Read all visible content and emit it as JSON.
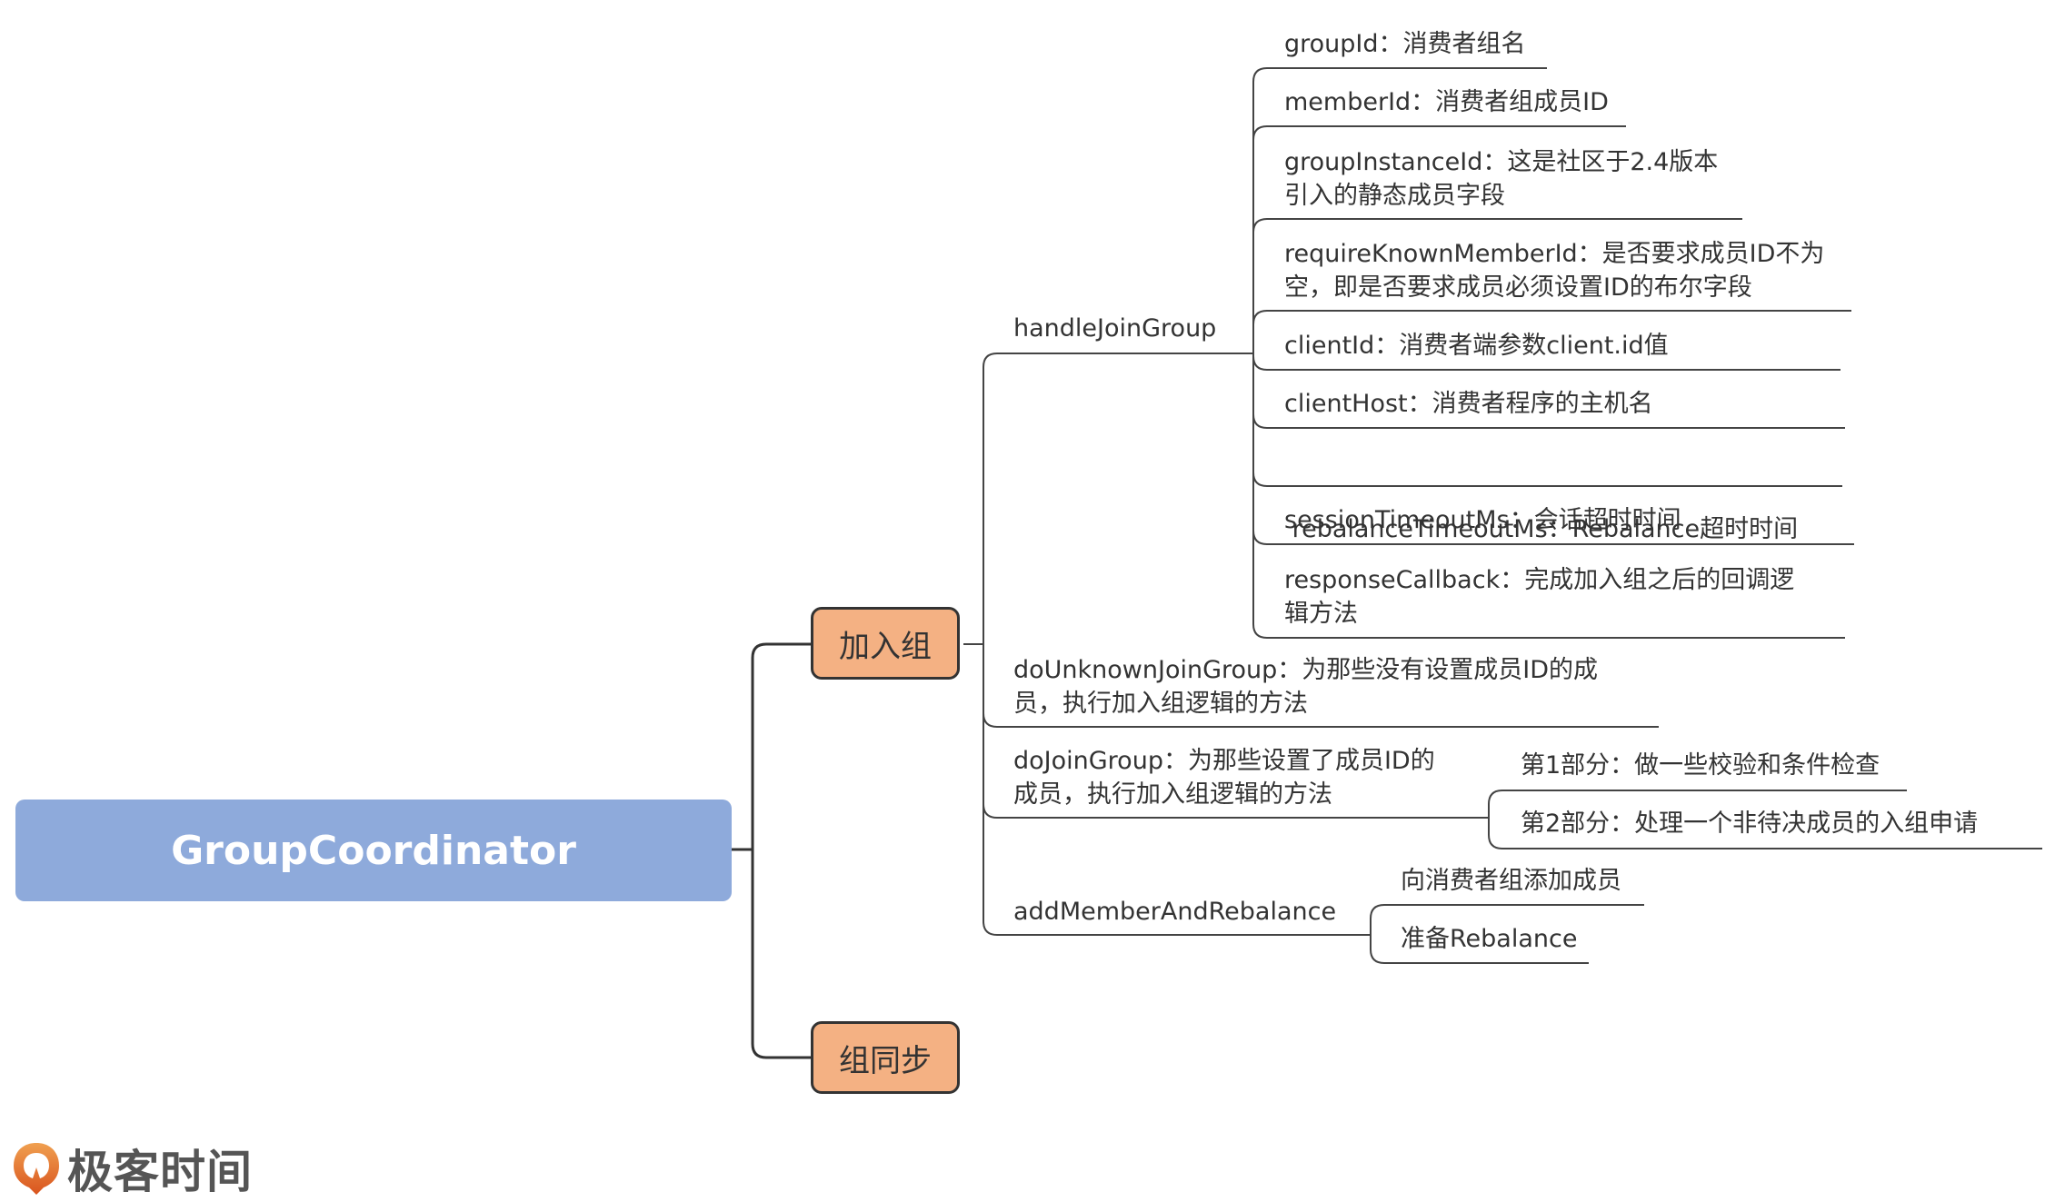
{
  "root": {
    "label": "GroupCoordinator"
  },
  "branches": [
    {
      "label": "加入组"
    },
    {
      "label": "组同步"
    }
  ],
  "join": {
    "handleJoinGroup": {
      "label": "handleJoinGroup",
      "params": [
        {
          "lines": [
            "groupId：消费者组名"
          ]
        },
        {
          "lines": [
            "memberId：消费者组成员ID"
          ]
        },
        {
          "lines": [
            "groupInstanceId：这是社区于2.4版本",
            "引入的静态成员字段"
          ]
        },
        {
          "lines": [
            "requireKnownMemberId：是否要求成员ID不为",
            "空，即是否要求成员必须设置ID的布尔字段"
          ]
        },
        {
          "lines": [
            "clientId：消费者端参数client.id值"
          ]
        },
        {
          "lines": [
            "clientHost：消费者程序的主机名"
          ]
        },
        {
          "lines": [
            " rebalanceTimeoutMs：Rebalance超时时间"
          ]
        },
        {
          "lines": [
            "sessionTimeoutMs：会话超时时间"
          ]
        },
        {
          "lines": [
            "responseCallback：完成加入组之后的回调逻",
            "辑方法"
          ]
        }
      ]
    },
    "doUnknownJoinGroup": {
      "lines": [
        "doUnknownJoinGroup：为那些没有设置成员ID的成",
        "员，执行加入组逻辑的方法"
      ]
    },
    "doJoinGroup": {
      "lines": [
        "doJoinGroup：为那些设置了成员ID的",
        "成员，执行加入组逻辑的方法"
      ],
      "parts": [
        "第1部分：做一些校验和条件检查",
        "第2部分：处理一个非待决成员的入组申请"
      ]
    },
    "addMemberAndRebalance": {
      "label": "addMemberAndRebalance",
      "steps": [
        "向消费者组添加成员",
        "准备Rebalance"
      ]
    }
  },
  "logo": {
    "text": "极客时间"
  },
  "colors": {
    "root": "#8eaadb",
    "branch": "#f4b183",
    "line": "#333333",
    "logo_orange": "#e8772e"
  }
}
